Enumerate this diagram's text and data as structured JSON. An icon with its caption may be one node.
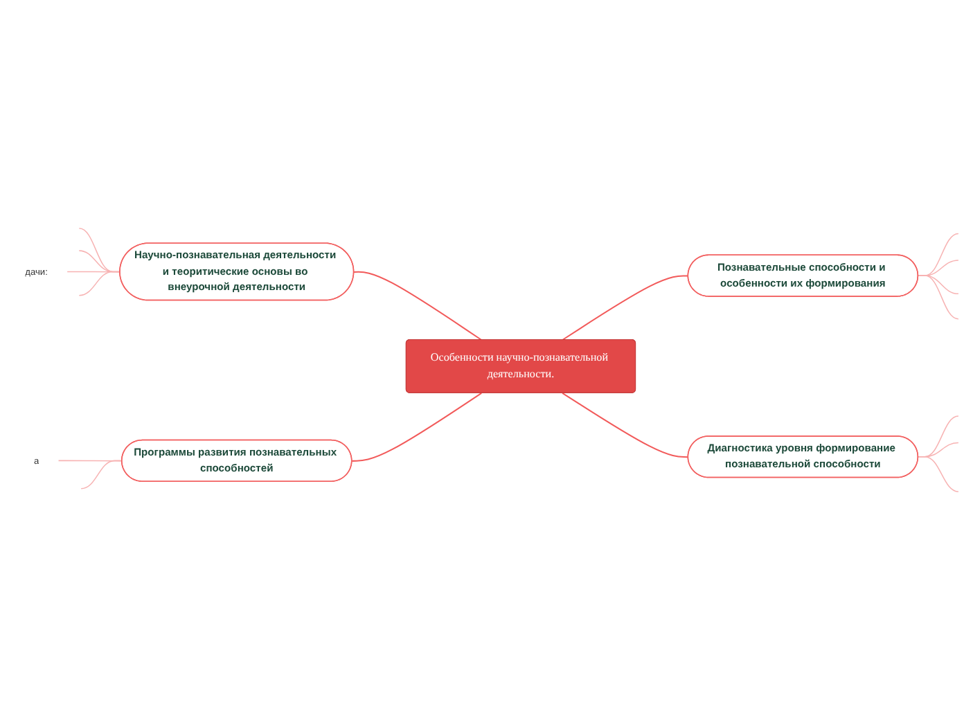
{
  "diagram": {
    "nodes": [
      {
        "text": [
          "Особенности научно-познавательной деятельности."
        ]
      },
      {
        "text": [
          "Познавательные способности и особенности их формирования"
        ]
      },
      {
        "text": [
          "Научно-познавательная деятельности и теоритические основы во внеурочной деятельности"
        ]
      },
      {
        "text": [
          "дачи:"
        ]
      },
      {
        "text": [
          "а"
        ]
      },
      {
        "text": [
          "Диагностика уровня формирование познавательной способности"
        ]
      },
      {
        "text": [
          "Программы развития познавательных способностей"
        ]
      }
    ],
    "edges": [
      {
        "from": 0,
        "to": 1,
        "arrow": "none",
        "color": "#f25a5a"
      },
      {
        "from": 0,
        "to": 2,
        "arrow": "none",
        "color": "#f25a5a"
      },
      {
        "from": 0,
        "to": 5,
        "arrow": "none",
        "color": "#f25a5a"
      },
      {
        "from": 0,
        "to": 6,
        "arrow": "none",
        "color": "#f25a5a"
      },
      {
        "from": 1,
        "to": null,
        "arrow": "none"
      },
      {
        "from": 1,
        "to": null,
        "arrow": "none"
      },
      {
        "from": 1,
        "to": null,
        "arrow": "none"
      },
      {
        "from": 1,
        "to": null,
        "arrow": "none"
      },
      {
        "from": 2,
        "to": null,
        "arrow": "none"
      },
      {
        "from": 2,
        "to": null,
        "arrow": "none"
      },
      {
        "from": 2,
        "to": null,
        "arrow": "none"
      },
      {
        "from": 2,
        "to": 3,
        "arrow": "none"
      },
      {
        "from": 5,
        "to": null,
        "arrow": "none"
      },
      {
        "from": 5,
        "to": null,
        "arrow": "none"
      },
      {
        "from": 5,
        "to": null,
        "arrow": "none"
      },
      {
        "from": 6,
        "to": 4,
        "arrow": "none"
      },
      {
        "from": 6,
        "to": null,
        "arrow": "none"
      }
    ]
  }
}
